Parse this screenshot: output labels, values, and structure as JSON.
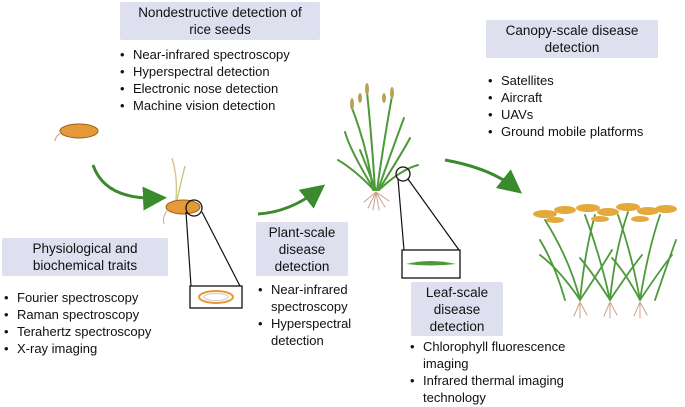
{
  "colors": {
    "title_box": "#dfe0ef",
    "arrow": "#3c8a2e",
    "seed": "#e59a3a",
    "leaf": "#4c9a3a",
    "panicle": "#e4a93c"
  },
  "seeds": {
    "title_lines": [
      "Nondestructive detection of",
      "rice seeds"
    ],
    "items": [
      "Near-infrared spectroscopy",
      "Hyperspectral detection",
      "Electronic nose detection",
      "Machine vision detection"
    ]
  },
  "physio": {
    "title_lines": [
      "Physiological and",
      "biochemical traits"
    ],
    "items": [
      "Fourier spectroscopy",
      "Raman spectroscopy",
      "Terahertz spectroscopy",
      "X-ray imaging"
    ]
  },
  "plant": {
    "title_lines": [
      "Plant-scale",
      "disease",
      "detection"
    ],
    "items": [
      {
        "lines": [
          "Near-infrared",
          "spectroscopy"
        ]
      },
      {
        "lines": [
          "Hyperspectral",
          "detection"
        ]
      }
    ]
  },
  "leaf": {
    "title_lines": [
      "Leaf-scale",
      "disease",
      "detection"
    ],
    "items": [
      {
        "lines": [
          "Chlorophyll fluorescence",
          "imaging"
        ]
      },
      {
        "lines": [
          "Infrared thermal imaging",
          "technology"
        ]
      }
    ]
  },
  "canopy": {
    "title_lines": [
      "Canopy-scale disease",
      "detection"
    ],
    "items": [
      "Satellites",
      "Aircraft",
      "UAVs",
      "Ground mobile platforms"
    ]
  },
  "icons": {
    "seed": "rice-seed-icon",
    "germinating_seed": "germinating-seed-icon",
    "seed_section": "seed-cross-section-icon",
    "plant": "rice-plant-icon",
    "leaf": "rice-leaf-icon",
    "canopy": "rice-canopy-icon",
    "arrow": "curved-arrow-icon"
  }
}
